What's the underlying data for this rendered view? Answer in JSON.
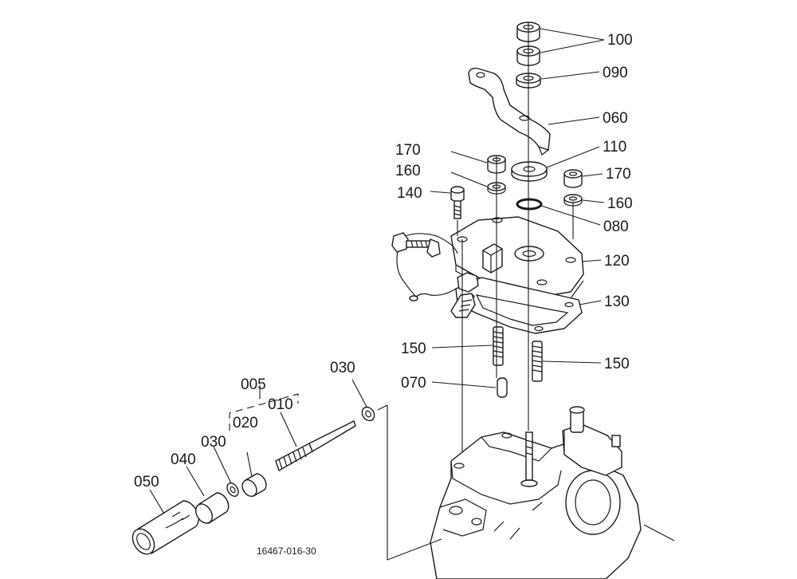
{
  "labels": {
    "l100": "100",
    "l090": "090",
    "l060": "060",
    "l110": "110",
    "l170a": "170",
    "l170b": "170",
    "l160a": "160",
    "l160b": "160",
    "l140": "140",
    "l080": "080",
    "l120": "120",
    "l130": "130",
    "l150a": "150",
    "l150b": "150",
    "l070": "070",
    "l030a": "030",
    "l005": "005",
    "l010": "010",
    "l020": "020",
    "l030b": "030",
    "l040": "040",
    "l050": "050"
  },
  "drawing_code": "16467-016-30",
  "colors": {
    "line": "#1a1a1a",
    "background": "#ffffff"
  }
}
